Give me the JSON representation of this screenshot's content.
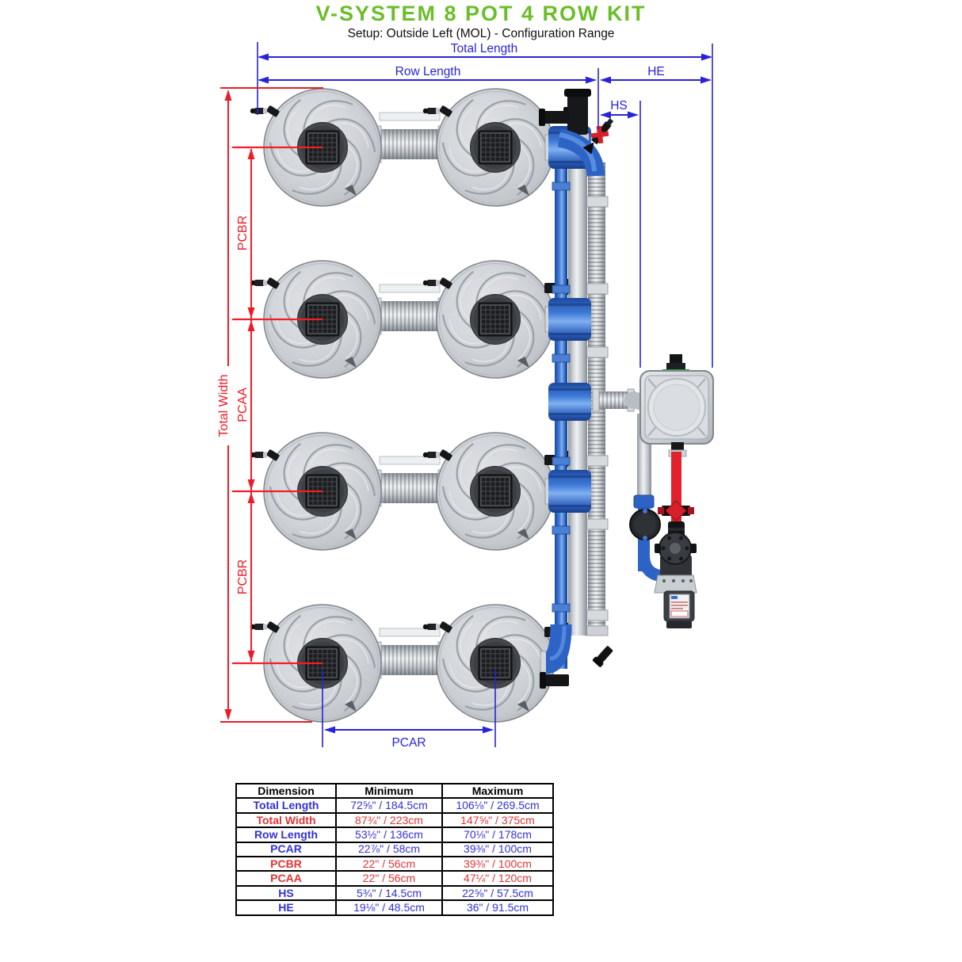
{
  "header": {
    "title": "V-SYSTEM 8 POT 4 ROW KIT",
    "subtitle": "Setup: Outside Left (MOL) - Configuration Range"
  },
  "diagram": {
    "labels": {
      "total_length": "Total Length",
      "row_length": "Row Length",
      "he": "HE",
      "hs": "HS",
      "total_width": "Total Width",
      "pcbr_top": "PCBR",
      "pcaa": "PCAA",
      "pcbr_bottom": "PCBR",
      "pcar": "PCAR"
    },
    "colors": {
      "title_green": "#6abe28",
      "dimension_blue": "#2823d8",
      "dimension_red": "#ee1b26",
      "pipe_blue": "#2e63c6",
      "hose_red": "#e1222d"
    }
  },
  "table": {
    "headers": [
      "Dimension",
      "Minimum",
      "Maximum"
    ],
    "rows": [
      {
        "label": "Total Length",
        "min": "72⅝\" / 184.5cm",
        "max": "106⅛\" / 269.5cm",
        "color": "blue"
      },
      {
        "label": "Total Width",
        "min": "87¾\" / 223cm",
        "max": "147⅝\" / 375cm",
        "color": "red"
      },
      {
        "label": "Row Length",
        "min": "53½\" / 136cm",
        "max": "70⅛\" / 178cm",
        "color": "blue"
      },
      {
        "label": "PCAR",
        "min": "22⅞\" / 58cm",
        "max": "39⅜\" / 100cm",
        "color": "blue"
      },
      {
        "label": "PCBR",
        "min": "22\" / 56cm",
        "max": "39⅜\" / 100cm",
        "color": "red"
      },
      {
        "label": "PCAA",
        "min": "22\" / 56cm",
        "max": "47¼\" / 120cm",
        "color": "red"
      },
      {
        "label": "HS",
        "min": "5¾\" / 14.5cm",
        "max": "22⅝\" / 57.5cm",
        "color": "blue"
      },
      {
        "label": "HE",
        "min": "19⅛\" / 48.5cm",
        "max": "36\" / 91.5cm",
        "color": "blue"
      }
    ]
  }
}
